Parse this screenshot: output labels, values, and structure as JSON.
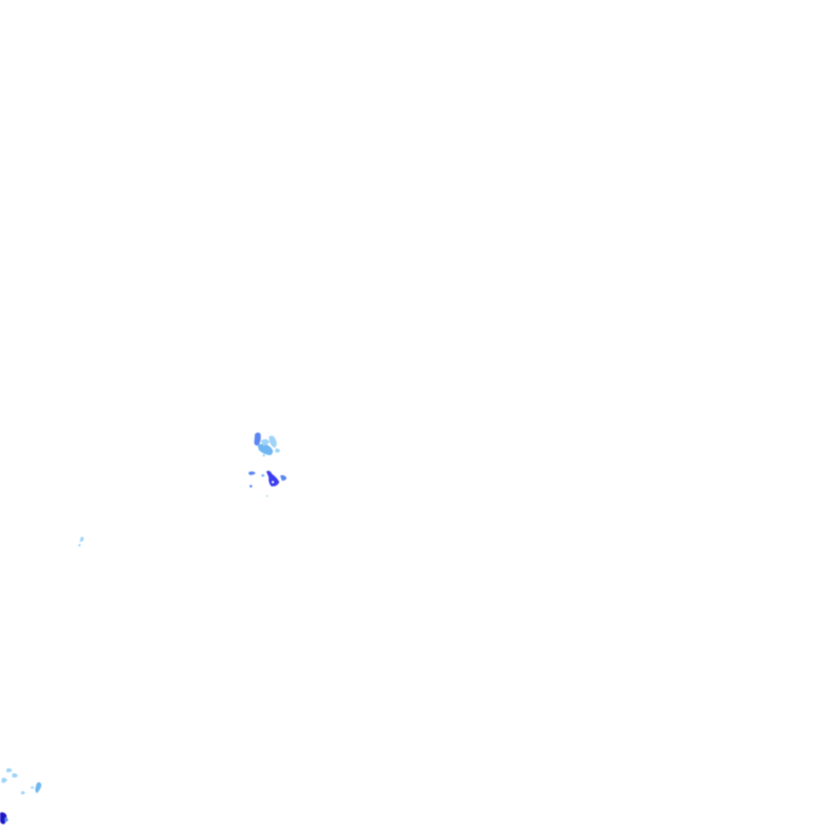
{
  "radar": {
    "type": "precipitation-radar-overlay",
    "background": "#ffffff",
    "intensity_palette": {
      "light": "#9fd4f8",
      "light_medium": "#6fb6f2",
      "medium": "#5d86f2",
      "heavy": "#3c3cf0",
      "very_heavy": "#1a14c8"
    },
    "echo_clusters": [
      {
        "name": "central-north-cluster",
        "intensity": "medium"
      },
      {
        "name": "central-south-cluster",
        "intensity": "heavy"
      },
      {
        "name": "west-speck",
        "intensity": "light"
      },
      {
        "name": "southwest-cluster",
        "intensity": "light"
      },
      {
        "name": "southwest-corner-cell",
        "intensity": "very_heavy"
      }
    ]
  }
}
